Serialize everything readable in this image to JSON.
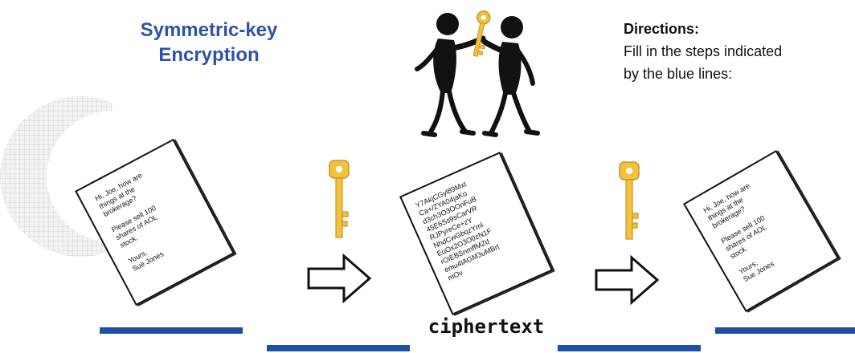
{
  "title": {
    "line1": "Symmetric-key",
    "line2": "Encryption"
  },
  "directions": {
    "heading": "Directions:",
    "line1": "Fill in the steps indicated",
    "line2": "by the blue lines:"
  },
  "plaintext_doc": {
    "lines": "Hi, Joe, how are\nthings at the\nbrokerage?\n\nPlease sell 100\nshares of AOL\nstock.\n\nYours,\nSue Jones"
  },
  "ciphertext_doc": {
    "lines": "Y7AkjCGyl89Mxt\nCa+/ZYA04jaKo\nd3ch3O3OOnFuB\n45E6Ss9sCarVR\nRJPyreCe+zY\nNhdCwGbqzYml\nEuOx2O3O0zN1F\nrOiEBSnmffMZd\nemu4lAGM3uMBrt\nmOv"
  },
  "decrypted_doc": {
    "lines": "Hi, Joe, how are\nthings at the\nbrokerage?\n\nPlease sell 100\nshares of AOL\nstock.\n\nYours,\nSue Jones"
  },
  "caption": "ciphertext",
  "colors": {
    "title": "#2f52a8",
    "blank_line": "#1f4ea6",
    "key": "#f2c13f",
    "key_outline": "#c8961e"
  },
  "icons": [
    "two-people-key-handoff-icon",
    "key-icon",
    "right-arrow-icon",
    "document-icon"
  ]
}
